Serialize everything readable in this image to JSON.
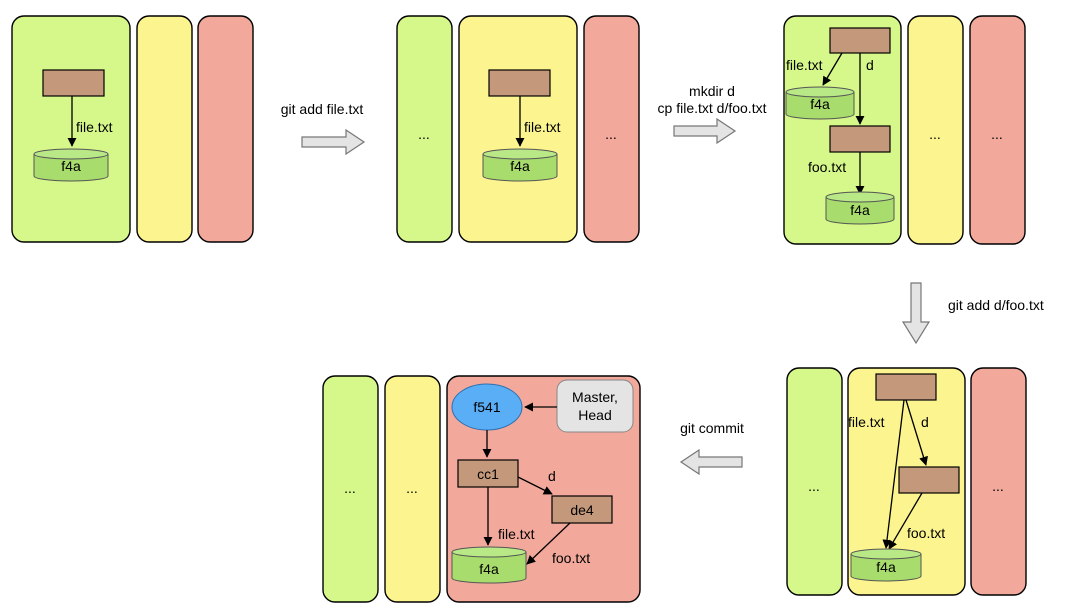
{
  "steps": {
    "step1": "git add file.txt",
    "step2_line1": "mkdir d",
    "step2_line2": "cp file.txt d/foo.txt",
    "step3": "git add d/foo.txt",
    "step4": "git commit"
  },
  "labels": {
    "file": "file.txt",
    "foo": "foo.txt",
    "dir": "d",
    "ellipsis": "..."
  },
  "objects": {
    "blob": "f4a",
    "commit": "f541",
    "tree_root": "cc1",
    "tree_d": "de4",
    "ref": "Master,",
    "ref2": "Head"
  },
  "colors": {
    "working_directory": "#d6f78a",
    "index": "#fcf58f",
    "repository": "#f2a99c",
    "tree": "#c4987b",
    "blob": "#a8dd6e",
    "commit": "#5aaef5"
  }
}
